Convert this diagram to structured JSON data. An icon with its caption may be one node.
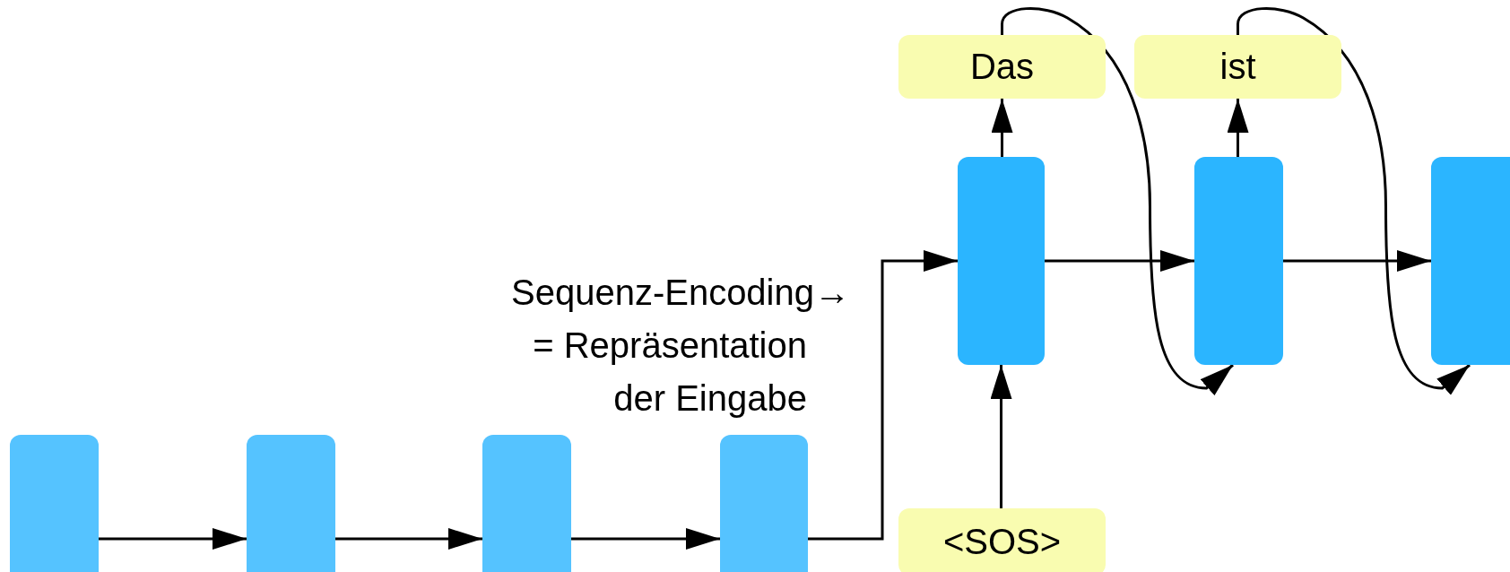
{
  "diagram": {
    "nodes": [
      {
        "text": [
          "Das"
        ]
      },
      {
        "text": [
          "ist"
        ]
      },
      {
        "text": [],
        "shape": "box"
      },
      {
        "text": [],
        "shape": "box"
      },
      {
        "text": [],
        "shape": "box"
      },
      {
        "text": [
          "<SOS>"
        ]
      },
      {
        "text": [],
        "shape": "box"
      },
      {
        "text": [],
        "shape": "box"
      },
      {
        "text": [],
        "shape": "box"
      },
      {
        "text": [],
        "shape": "box"
      }
    ],
    "edges": [
      {
        "from": 6,
        "to": 7,
        "arrow": "to"
      },
      {
        "from": 7,
        "to": 8,
        "arrow": "to"
      },
      {
        "from": 8,
        "to": 9,
        "arrow": "to"
      },
      {
        "from": 9,
        "to": 2,
        "arrow": "to"
      },
      {
        "from": 2,
        "to": 3,
        "arrow": "to"
      },
      {
        "from": 3,
        "to": 4,
        "arrow": "to"
      },
      {
        "from": 2,
        "to": 0,
        "arrow": "to"
      },
      {
        "from": 3,
        "to": 1,
        "arrow": "to"
      },
      {
        "from": 5,
        "to": 2,
        "arrow": "to"
      },
      {
        "from": 0,
        "to": 3,
        "arrow": "to"
      },
      {
        "from": 1,
        "to": 4,
        "arrow": "to"
      }
    ],
    "labels": [
      "Sequenz-Encoding→",
      "= Repräsentation",
      "der Eingabe"
    ]
  }
}
